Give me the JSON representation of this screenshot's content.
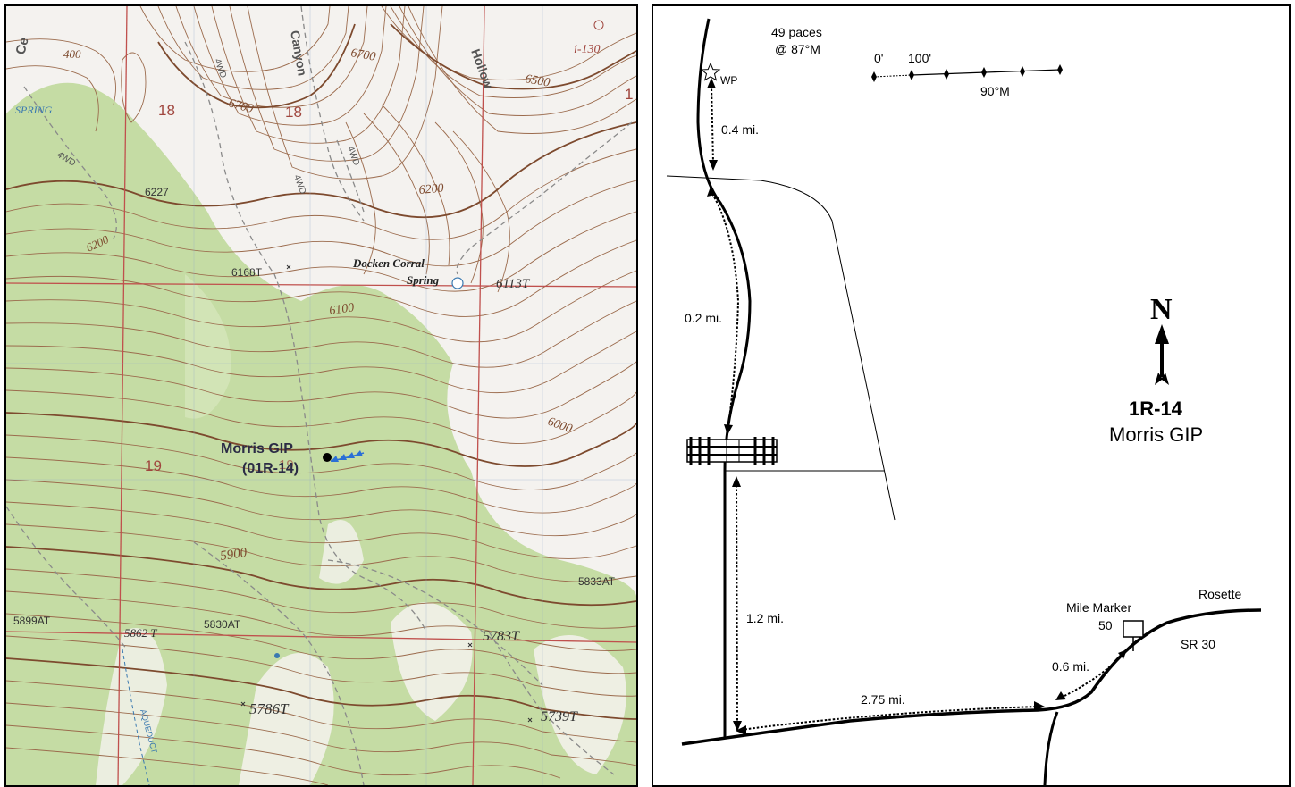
{
  "topo_map": {
    "colors": {
      "vegetation": "#c5dca4",
      "contour": "#9b6b4d",
      "contour_index": "#7d4a2e",
      "grid_red": "#c0504d",
      "road_dash": "#8a8a8a",
      "water_blue": "#3a79b0",
      "marker_blue": "#2b6fd6"
    },
    "labels": {
      "ce": "Ce",
      "canyon": "Canyon",
      "hollow": "Hollow",
      "spring": "SPRING",
      "sec18a": "18",
      "sec18b": "18",
      "sec19a": "19",
      "sec19b": "19",
      "sec1": "1",
      "c6700a": "6700",
      "c6700b": "6700",
      "c6500": "6500",
      "c6200": "6200",
      "c6100": "6100",
      "c6000": "6000",
      "c5900": "5900",
      "c6200w": "6200",
      "c400": "400",
      "e6227": "6227",
      "e6168": "6168T",
      "e6113": "6113T",
      "e5833": "5833AT",
      "e5899": "5899AT",
      "e5862": "5862 T",
      "e5830": "5830AT",
      "e5783": "5783T",
      "e5786": "5786T",
      "e5739": "5739T",
      "i130": "i-130",
      "docken1": "Docken Corral",
      "docken2": "Spring",
      "fwd1": "4WD",
      "fwd2": "4WD",
      "fwd3": "4WD",
      "fwd4": "4WD",
      "aqueduct": "AQUEDUCT",
      "site_name": "Morris GIP",
      "site_code": "(01R-14)"
    }
  },
  "sketch_map": {
    "wp_label": "WP",
    "paces_line1": "49 paces",
    "paces_line2": "@ 87°M",
    "scale_0": "0'",
    "scale_100": "100'",
    "scale_bearing": "90°M",
    "dist_04": "0.4 mi.",
    "dist_02": "0.2 mi.",
    "dist_12": "1.2 mi.",
    "dist_275": "2.75 mi.",
    "dist_06": "0.6 mi.",
    "mile_marker_line1": "Mile Marker",
    "mile_marker_line2": "50",
    "road_sr30": "SR 30",
    "town_rosette": "Rosette",
    "north": "N",
    "site_code": "1R-14",
    "site_name": "Morris GIP"
  }
}
